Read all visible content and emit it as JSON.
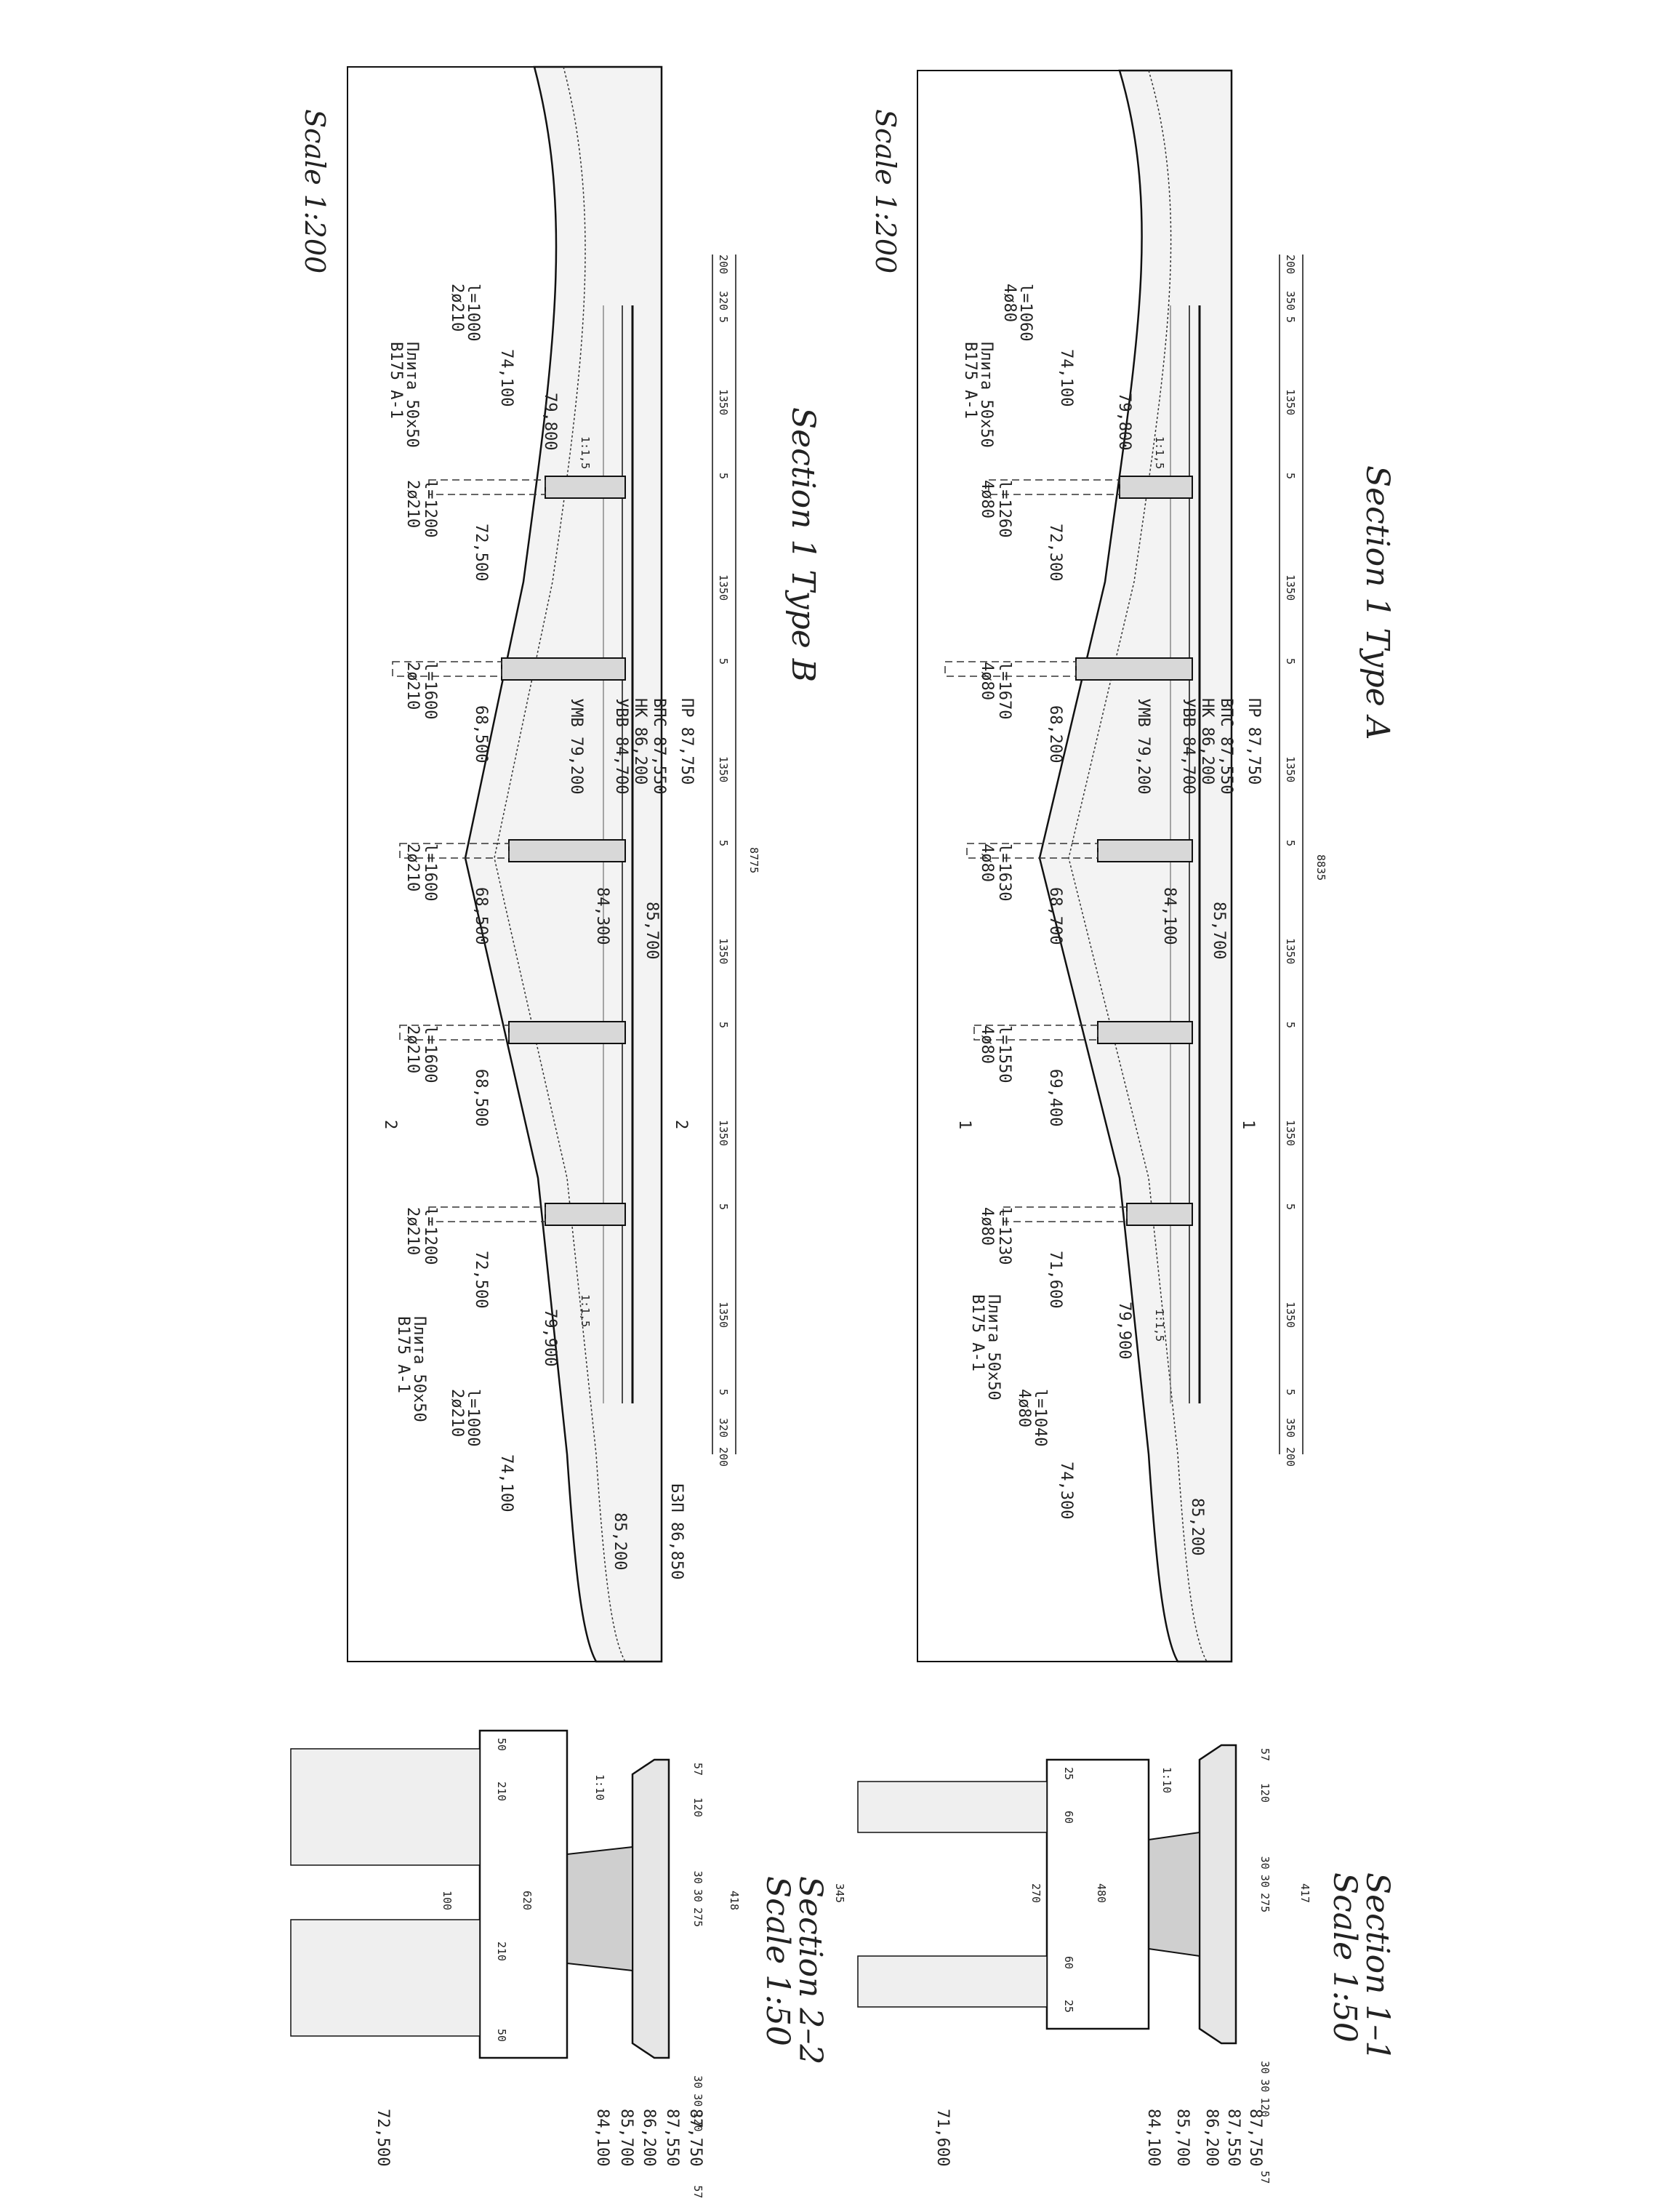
{
  "drawings": [
    {
      "id": "A",
      "title": "Section 1 Type A",
      "scale": "Scale 1:200",
      "overall_length": "8835",
      "span_dims": [
        "200",
        "350",
        "5",
        "1350",
        "5",
        "1350",
        "5",
        "1350",
        "5",
        "1350",
        "5",
        "1350",
        "5",
        "1350",
        "5",
        "350",
        "200"
      ],
      "level_texts": [
        "ПР 87,750",
        "ВПС 87,550",
        "НК 86,200",
        "УВВ 84,700",
        "УМВ 79,200"
      ],
      "piers": [
        {
          "pile": "l=1260",
          "bars": "4ø80",
          "base": "72,300"
        },
        {
          "pile": "l=1670",
          "bars": "4ø80",
          "base": "68,200"
        },
        {
          "pile": "l=1630",
          "bars": "4ø80",
          "base": "68,700"
        },
        {
          "pile": "l=1550",
          "bars": "4ø80",
          "base": "69,400"
        },
        {
          "pile": "l=1230",
          "bars": "4ø80",
          "base": "71,600"
        }
      ],
      "abutment_left": {
        "pile": "l=1060",
        "bars": "4ø80",
        "base": "74,100",
        "plate": "Плита 50х50",
        "plate_sub": "В175 А-1",
        "top": "79,800",
        "slope": "1:1,5"
      },
      "abutment_right": {
        "pile": "l=1040",
        "bars": "4ø80",
        "base": "74,300",
        "plate": "Плита 50х50",
        "plate_sub": "В175 А-1",
        "top": "79,900",
        "slope": "1:1,5"
      },
      "extra_levels": [
        "84,100",
        "85,700",
        "85,200"
      ],
      "section_marks": [
        "1",
        "1"
      ]
    },
    {
      "id": "B",
      "title": "Section 1 Type B",
      "scale": "Scale 1:200",
      "overall_length": "8775",
      "span_dims": [
        "200",
        "320",
        "5",
        "1350",
        "5",
        "1350",
        "5",
        "1350",
        "5",
        "1350",
        "5",
        "1350",
        "5",
        "1350",
        "5",
        "320",
        "200"
      ],
      "level_texts": [
        "ПР 87,750",
        "ВПС 87,550",
        "НК 86,200",
        "УВВ 84,700",
        "УМВ 79,200"
      ],
      "piers": [
        {
          "pile": "l=1200",
          "bars": "2ø210",
          "base": "72,500"
        },
        {
          "pile": "l=1600",
          "bars": "2ø210",
          "base": "68,500"
        },
        {
          "pile": "l=1600",
          "bars": "2ø210",
          "base": "68,500"
        },
        {
          "pile": "l=1600",
          "bars": "2ø210",
          "base": "68,500"
        },
        {
          "pile": "l=1200",
          "bars": "2ø210",
          "base": "72,500"
        }
      ],
      "abutment_left": {
        "pile": "l=1000",
        "bars": "2ø210",
        "base": "74,100",
        "plate": "Плита 50х50",
        "plate_sub": "В175 А-1",
        "top": "79,800",
        "slope": "1:1,5"
      },
      "abutment_right": {
        "pile": "l=1000",
        "bars": "2ø210",
        "base": "74,100",
        "plate": "Плита 50х50",
        "plate_sub": "В175 А-1",
        "top": "79,900",
        "slope": "1:1,5"
      },
      "extra_levels": [
        "84,300",
        "85,700",
        "85,200",
        "БЗП 86,850"
      ],
      "section_marks": [
        "2",
        "2"
      ]
    }
  ],
  "sections": [
    {
      "id": "1-1",
      "title": "Section 1–1",
      "scale": "Scale 1:50",
      "top_dims": [
        "57",
        "120",
        "30",
        "30",
        "275",
        "30",
        "30",
        "120",
        "57"
      ],
      "overall": "417",
      "cap_width": "480",
      "pile_gap": "270",
      "pile_span": "345",
      "pile_sizes": [
        "25",
        "60",
        "60",
        "25"
      ],
      "slope": "1:10",
      "levels": [
        "87,750",
        "87,550",
        "86,200",
        "85,700",
        "84,100",
        "71,600"
      ]
    },
    {
      "id": "2-2",
      "title": "Section 2–2",
      "scale": "Scale 1:50",
      "top_dims": [
        "57",
        "120",
        "30",
        "30",
        "275",
        "30",
        "30",
        "120",
        "57"
      ],
      "overall": "418",
      "cap_width": "620",
      "pile_gap": "100",
      "pile_sizes": [
        "50",
        "210",
        "210",
        "50"
      ],
      "slope": "1:10",
      "levels": [
        "87,750",
        "87,550",
        "86,200",
        "85,700",
        "84,100",
        "72,500"
      ]
    }
  ]
}
